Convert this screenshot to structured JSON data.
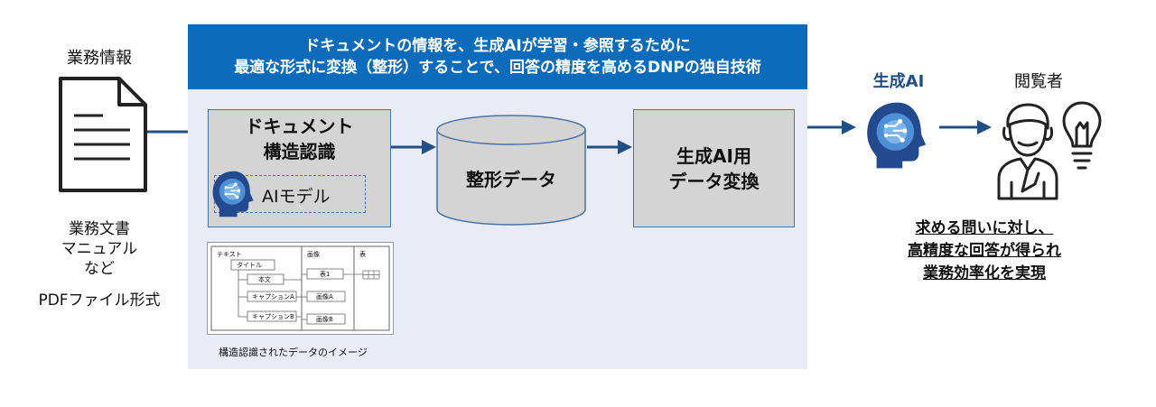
{
  "left": {
    "title": "業務情報",
    "lines": [
      "業務文書",
      "マニュアル",
      "など"
    ],
    "format": "PDFファイル形式"
  },
  "banner": {
    "line1": "ドキュメントの情報を、生成AIが学習・参照するために",
    "line2": "最適な形式に変換（整形）することで、回答の精度を高めるDNPの独自技術"
  },
  "steps": {
    "structure_line1": "ドキュメント",
    "structure_line2": "構造認識",
    "ai_model": "AIモデル",
    "shaped_data": "整形データ",
    "convert_line1": "生成AI用",
    "convert_line2": "データ変換"
  },
  "structure_image": {
    "caption": "構造認識されたデータのイメージ",
    "col_text": "テキスト",
    "col_image": "画像",
    "col_table": "表",
    "title": "タイトル",
    "body": "本文",
    "caption_a": "キャプションA",
    "caption_b": "キャプションB",
    "table1": "表1",
    "image_a": "画像A",
    "image_b": "画像B"
  },
  "right": {
    "gen_ai": "生成AI",
    "viewer": "閲覧者",
    "result": [
      "求める問いに対し、",
      "高精度な回答が得られ",
      "業務効率化を実現"
    ]
  },
  "colors": {
    "banner": "#0c6cbb",
    "arrow": "#1f4f86",
    "accent_text": "#1f4f86",
    "panel": "#e9ecf6"
  }
}
